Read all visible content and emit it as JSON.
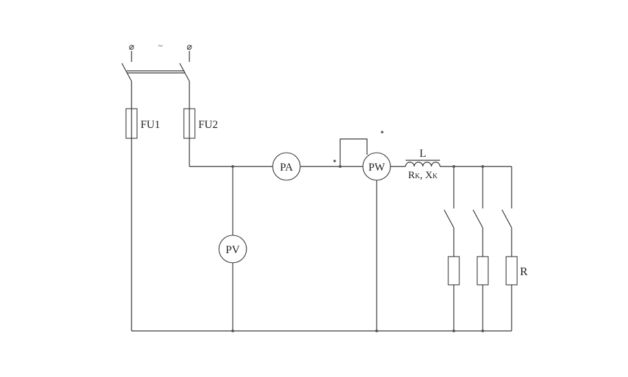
{
  "diagram": {
    "terminals": {
      "left": "⌀",
      "right": "⌀",
      "ac_symbol": "~"
    },
    "fuses": {
      "fu1": "FU1",
      "fu2": "FU2"
    },
    "meters": {
      "ammeter": "PA",
      "voltmeter": "PV",
      "wattmeter": "PW"
    },
    "inductor": {
      "label": "L",
      "sub_R": "R",
      "sub_R_idx": "K",
      "sep": ", ",
      "sub_X": "X",
      "sub_X_idx": "K"
    },
    "load": {
      "label": "R"
    }
  }
}
